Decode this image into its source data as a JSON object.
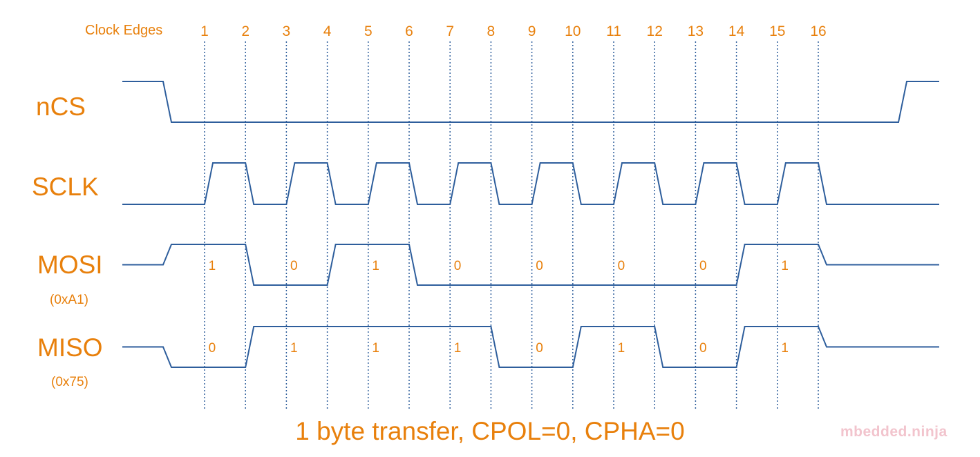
{
  "diagram": {
    "colors": {
      "orange": "#e8800c",
      "blue": "#2e5e9c",
      "watermark": "#f2c4cd"
    },
    "clock_edges_label": "Clock Edges",
    "edges": [
      "1",
      "2",
      "3",
      "4",
      "5",
      "6",
      "7",
      "8",
      "9",
      "10",
      "11",
      "12",
      "13",
      "14",
      "15",
      "16"
    ],
    "signals": {
      "ncs": {
        "name": "nCS",
        "sublabel": ""
      },
      "sclk": {
        "name": "SCLK",
        "sublabel": ""
      },
      "mosi": {
        "name": "MOSI",
        "sublabel": "(0xA1)",
        "bits": [
          "1",
          "0",
          "1",
          "0",
          "0",
          "0",
          "0",
          "1"
        ]
      },
      "miso": {
        "name": "MISO",
        "sublabel": "(0x75)",
        "bits": [
          "0",
          "1",
          "1",
          "1",
          "0",
          "1",
          "0",
          "1"
        ]
      }
    },
    "caption": "1 byte transfer, CPOL=0, CPHA=0",
    "watermark": "mbedded.ninja"
  }
}
